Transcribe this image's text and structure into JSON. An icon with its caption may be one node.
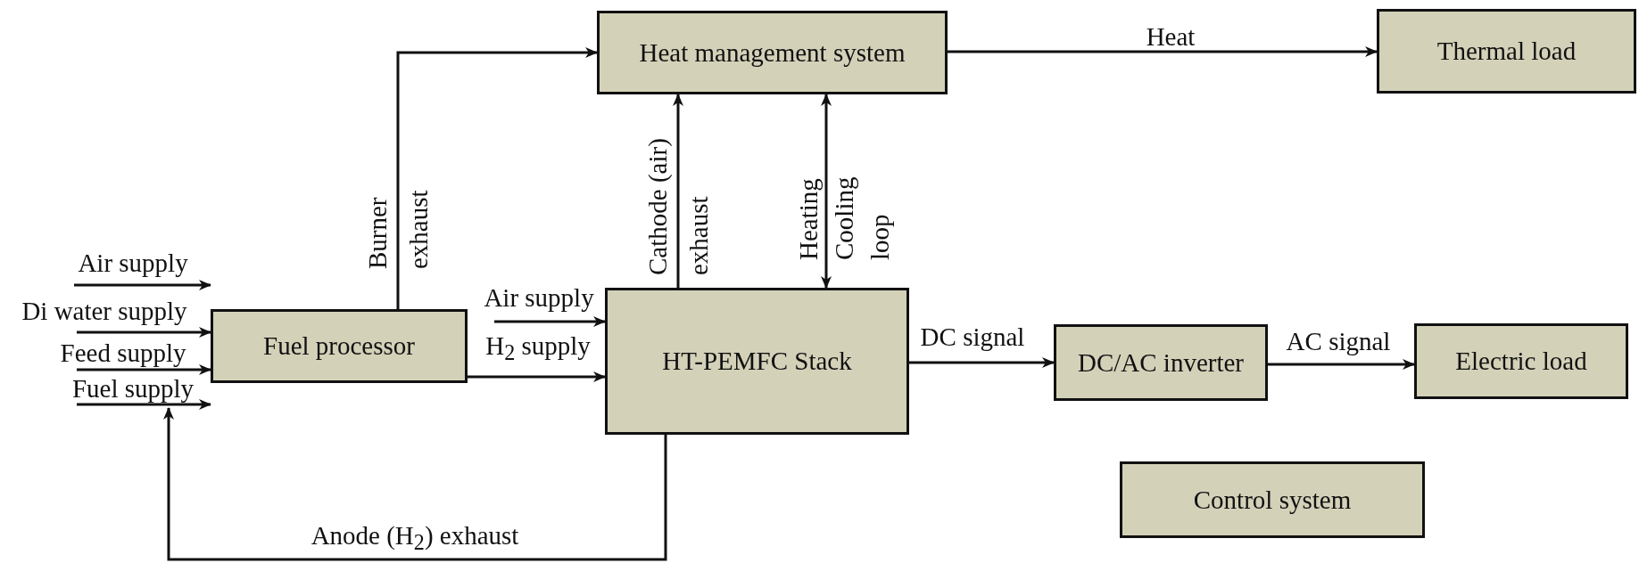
{
  "diagram": {
    "nodes": [
      {
        "text": [
          "Heat management system"
        ]
      },
      {
        "text": [
          "Thermal load"
        ]
      },
      {
        "text": [
          "Fuel processor"
        ]
      },
      {
        "text": [
          "HT-PEMFC Stack"
        ]
      },
      {
        "text": [
          "DC/AC inverter"
        ]
      },
      {
        "text": [
          "Electric load"
        ]
      },
      {
        "text": [
          "Control system"
        ]
      }
    ],
    "edges": [
      {
        "from": null,
        "to": 2,
        "arrow": "to",
        "label": "Air supply"
      },
      {
        "from": null,
        "to": 2,
        "arrow": "to",
        "label": "Di water supply"
      },
      {
        "from": null,
        "to": 2,
        "arrow": "to",
        "label": "Feed supply"
      },
      {
        "from": null,
        "to": 2,
        "arrow": "to",
        "label": "Fuel supply"
      },
      {
        "from": 2,
        "to": 0,
        "arrow": "to",
        "label": "Burner exhaust"
      },
      {
        "from": null,
        "to": 3,
        "arrow": "to",
        "label": "Air supply"
      },
      {
        "from": 2,
        "to": 3,
        "arrow": "to",
        "label": "H$_{2}$ supply"
      },
      {
        "from": 3,
        "to": 0,
        "arrow": "to",
        "label": "Cathode (air) exhaust"
      },
      {
        "from": 3,
        "to": 0,
        "arrow": "both",
        "label": "Heating Cooling loop"
      },
      {
        "from": 0,
        "to": 1,
        "arrow": "to",
        "label": "Heat"
      },
      {
        "from": 3,
        "to": 4,
        "arrow": "to",
        "label": "DC signal"
      },
      {
        "from": 4,
        "to": 5,
        "arrow": "to",
        "label": "AC signal"
      },
      {
        "from": 3,
        "to": 2,
        "arrow": "to",
        "label": "Anode (H$_{2}$) exhaust"
      }
    ]
  }
}
